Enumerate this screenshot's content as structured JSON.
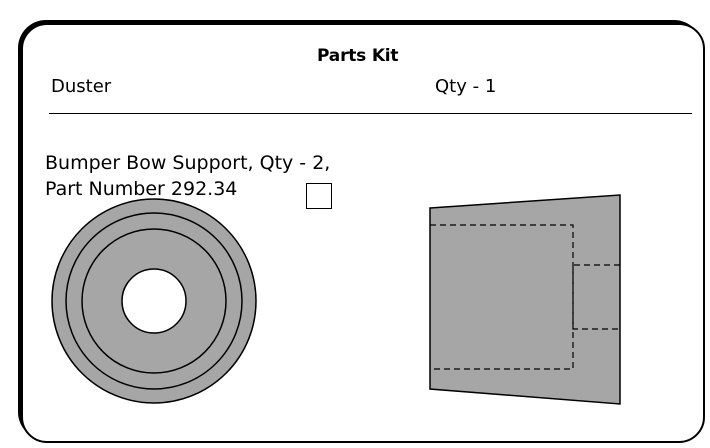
{
  "header": {
    "title": "Parts Kit",
    "model": "Duster",
    "kit_quantity": "Qty - 1"
  },
  "part": {
    "name_line": "Bumper Bow Support, Qty - 2,",
    "number_line": "Part Number 292.34",
    "checked": false
  },
  "colors": {
    "part_fill": "#a6a6a6",
    "outline": "#000000",
    "background": "#ffffff"
  },
  "drawings": {
    "front_view": "concentric-rings-with-center-hole",
    "side_view": "tapered-block-with-dashed-hidden-lines"
  }
}
